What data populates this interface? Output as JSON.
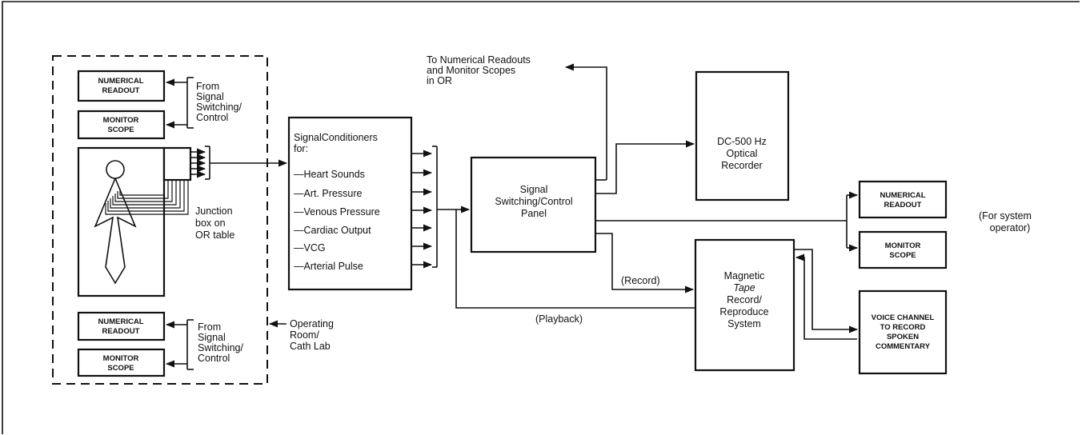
{
  "left_panel": {
    "top_readout": [
      "NUMERICAL",
      "READOUT"
    ],
    "top_scope": [
      "MONITOR",
      "SCOPE"
    ],
    "top_from": [
      "From",
      "Signal",
      "Switching/",
      "Control"
    ],
    "junction": [
      "Junction",
      "box on",
      "OR table"
    ],
    "bottom_readout": [
      "NUMERICAL",
      "READOUT"
    ],
    "bottom_scope": [
      "MONITOR",
      "SCOPE"
    ],
    "bottom_from": [
      "From",
      "Signal",
      "Switching/",
      "Control"
    ],
    "room": [
      "Operating",
      "Room/",
      "Cath Lab"
    ]
  },
  "conditioners": {
    "title": [
      "SignalConditioners",
      "for:"
    ],
    "items": [
      "—Heart Sounds",
      "—Art. Pressure",
      "—Venous Pressure",
      "—Cardiac Output",
      "—VCG",
      "—Arterial Pulse"
    ]
  },
  "to_numerical": [
    "To Numerical Readouts",
    "and Monitor Scopes",
    "in OR"
  ],
  "switching_panel": [
    "Signal",
    "Switching/Control",
    "Panel"
  ],
  "optical_recorder": [
    "DC-500 Hz",
    "Optical",
    "Recorder"
  ],
  "right_readout": [
    "NUMERICAL",
    "READOUT"
  ],
  "right_scope": [
    "MONITOR",
    "SCOPE"
  ],
  "for_operator": [
    "(For system",
    "operator)"
  ],
  "magnetic": [
    "Magnetic",
    "Tape",
    "Record/",
    "Reproduce",
    "System"
  ],
  "voice": [
    "VOICE CHANNEL",
    "TO RECORD",
    "SPOKEN",
    "COMMENTARY"
  ],
  "record_label": "(Record)",
  "playback_label": "(Playback)"
}
